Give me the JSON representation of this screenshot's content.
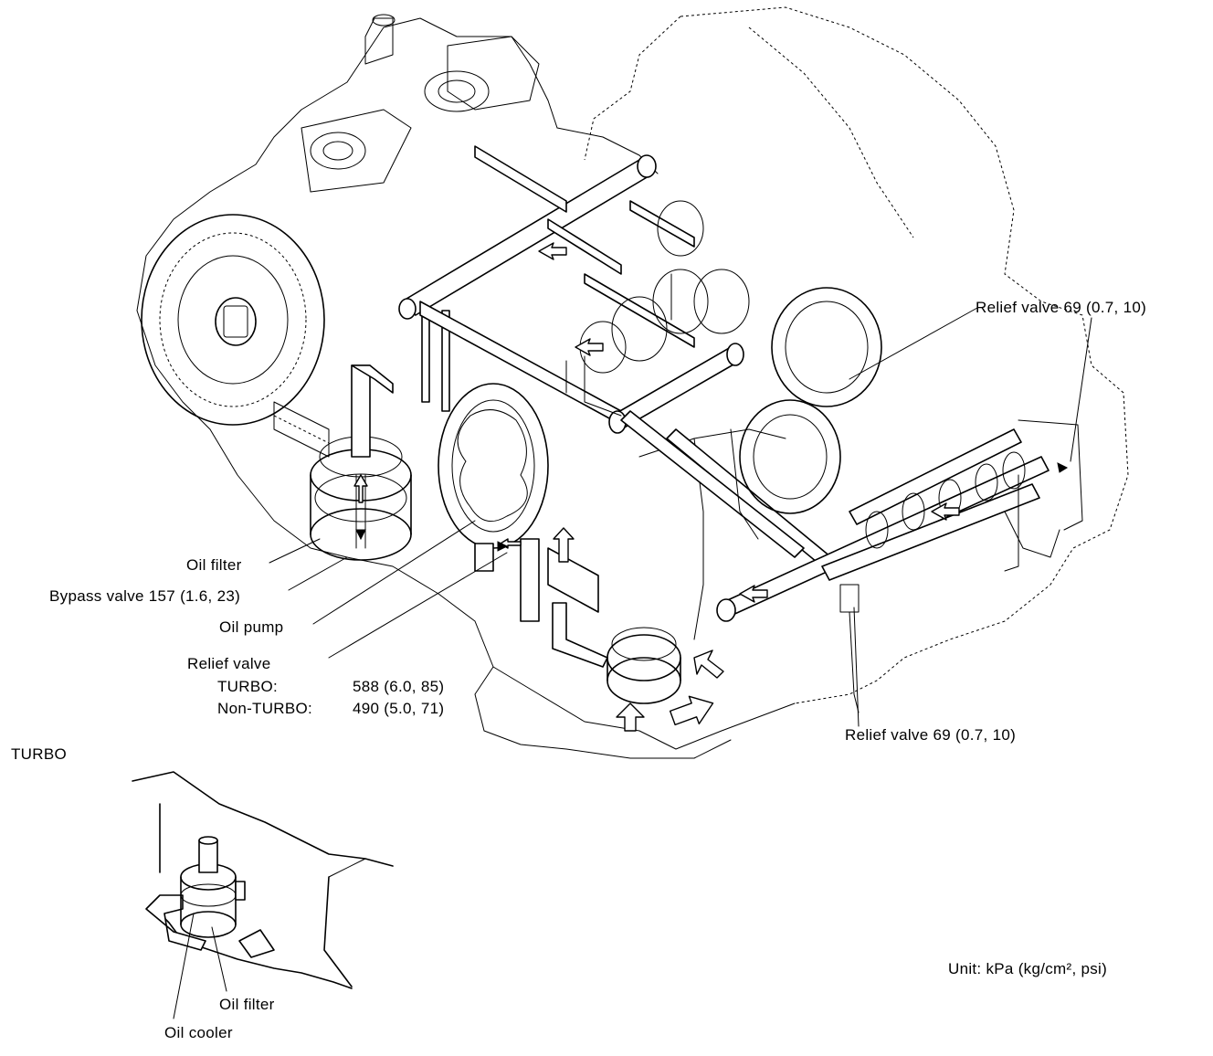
{
  "labels": {
    "relief_valve_upper": "Relief valve 69 (0.7, 10)",
    "oil_filter": "Oil filter",
    "bypass_valve": "Bypass valve 157 (1.6, 23)",
    "oil_pump": "Oil pump",
    "relief_valve": "Relief valve",
    "turbo_label": "TURBO:",
    "turbo_value": "588 (6.0, 85)",
    "non_turbo_label": "Non-TURBO:",
    "non_turbo_value": "490 (5.0, 71)",
    "relief_valve_lower": "Relief valve 69 (0.7, 10)",
    "turbo_inset_title": "TURBO",
    "inset_oil_filter": "Oil filter",
    "inset_oil_cooler": "Oil cooler",
    "unit": "Unit:  kPa (kg/cm², psi)"
  },
  "colors": {
    "ink": "#000000",
    "paper": "#ffffff"
  }
}
